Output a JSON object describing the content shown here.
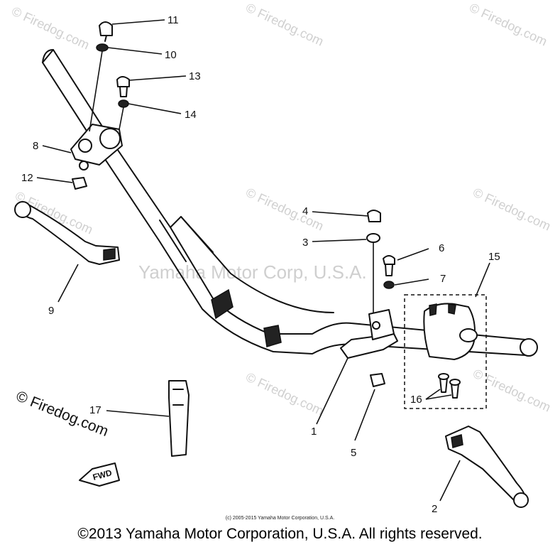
{
  "diagram": {
    "callouts": [
      "1",
      "2",
      "3",
      "4",
      "5",
      "6",
      "7",
      "8",
      "9",
      "10",
      "11",
      "12",
      "13",
      "14",
      "15",
      "16",
      "17"
    ],
    "watermarks": {
      "firedog": "© Firedog.com",
      "center": "Yamaha Motor Corp, U.S.A."
    },
    "fwd_label": "FWD",
    "small_copyright": "(c) 2005-2015 Yamaha Motor Corporation, U.S.A.",
    "footer_copyright": "©2013 Yamaha Motor Corporation, U.S.A. All rights reserved."
  }
}
